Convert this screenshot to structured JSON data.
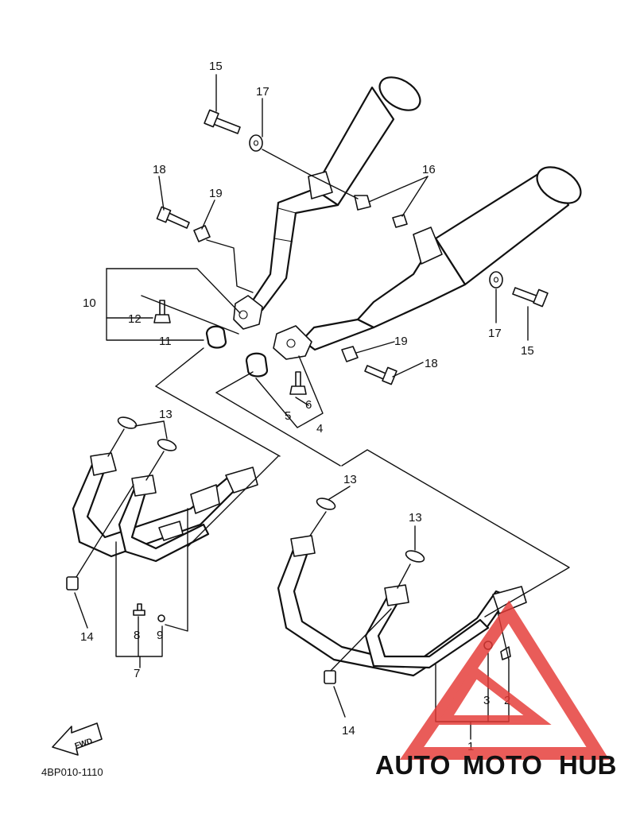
{
  "diagram": {
    "drawing_code": "4BP010-1110",
    "fwd_label": "FWD",
    "callouts": [
      "15",
      "17",
      "16",
      "18",
      "19",
      "10",
      "12",
      "11",
      "17",
      "15",
      "19",
      "18",
      "5",
      "6",
      "4",
      "13",
      "13",
      "13",
      "14",
      "8",
      "9",
      "7",
      "14",
      "3",
      "2",
      "1"
    ]
  },
  "watermark": {
    "part1": "AUTO",
    "part2": "MOTO",
    "part3": "HUB",
    "color_main": "#f4a27a",
    "color_hub": "#8c8c8c",
    "triangle_color": "#e53935"
  }
}
